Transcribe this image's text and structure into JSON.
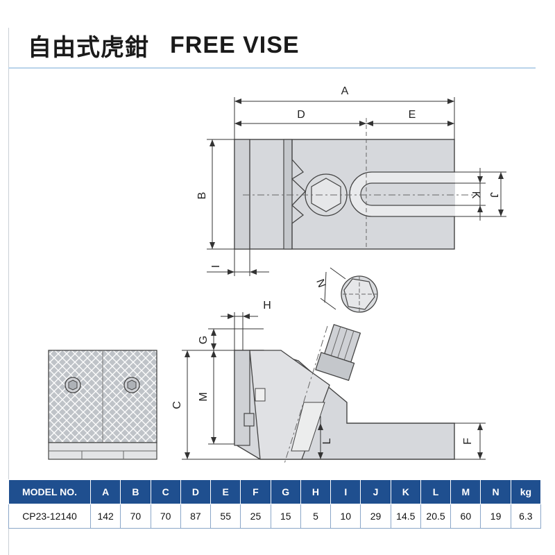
{
  "header": {
    "title_cn": "自由式虎鉗",
    "title_en": "FREE VISE"
  },
  "drawing": {
    "labels": {
      "A": "A",
      "B": "B",
      "C": "C",
      "D": "D",
      "E": "E",
      "F": "F",
      "G": "G",
      "H": "H",
      "I": "I",
      "J": "J",
      "K": "K",
      "L": "L",
      "M": "M",
      "N": "N"
    }
  },
  "spec_table": {
    "headers": [
      "MODEL NO.",
      "A",
      "B",
      "C",
      "D",
      "E",
      "F",
      "G",
      "H",
      "I",
      "J",
      "K",
      "L",
      "M",
      "N",
      "kg"
    ],
    "rows": [
      [
        "CP23-12140",
        "142",
        "70",
        "70",
        "87",
        "55",
        "25",
        "15",
        "5",
        "10",
        "29",
        "14.5",
        "20.5",
        "60",
        "19",
        "6.3"
      ]
    ]
  },
  "colors": {
    "header_bg": "#1f4f8f",
    "part_fill": "#d6d8dc",
    "title_rule": "#b9d3ea"
  }
}
